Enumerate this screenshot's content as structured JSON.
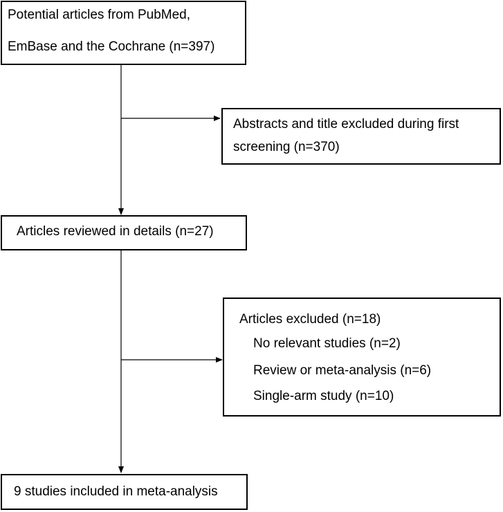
{
  "flow": {
    "identification": {
      "line1": "Potential articles from PubMed,",
      "line2": "EmBase and the Cochrane (n=397)"
    },
    "first_exclusion": {
      "line1": "Abstracts and title excluded during first",
      "line2": "screening (n=370)"
    },
    "reviewed": {
      "text": "Articles reviewed in details (n=27)"
    },
    "second_exclusion": {
      "heading": "Articles excluded (n=18)",
      "reasons": [
        "No relevant studies (n=2)",
        "Review or meta-analysis (n=6)",
        "Single-arm study (n=10)"
      ]
    },
    "included": {
      "text": "9 studies included in meta-analysis"
    }
  }
}
